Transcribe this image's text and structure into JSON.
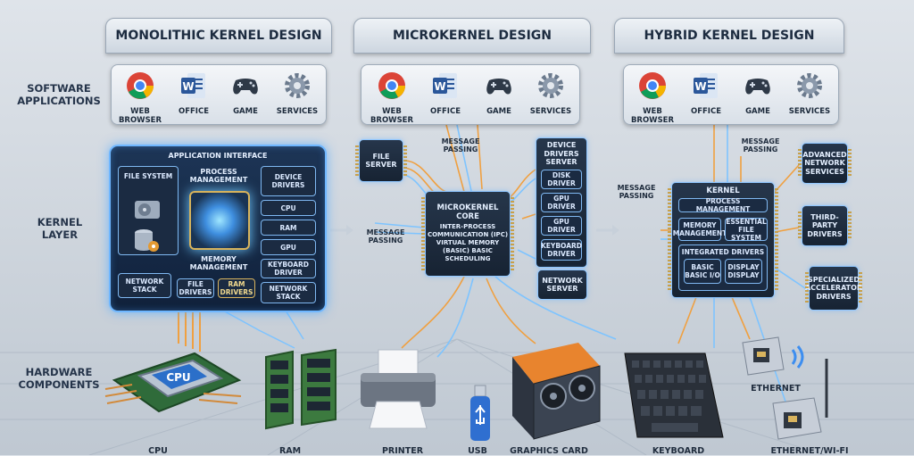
{
  "columns": {
    "monolithic": {
      "title": "MONOLITHIC KERNEL DESIGN"
    },
    "micro": {
      "title": "MICROKERNEL DESIGN"
    },
    "hybrid": {
      "title": "HYBRID KERNEL DESIGN"
    }
  },
  "rows": {
    "software": "SOFTWARE APPLICATIONS",
    "kernel": "KERNEL LAYER",
    "hardware": "HARDWARE COMPONENTS"
  },
  "apps": [
    "WEB BROWSER",
    "OFFICE",
    "GAME",
    "SERVICES"
  ],
  "monolithic": {
    "app_interface": "APPLICATION INTERFACE",
    "file_system": "FILE SYSTEM",
    "process_mgmt": "PROCESS MANAGEMENT",
    "device_drivers": "DEVICE DRIVERS",
    "cpu": "CPU",
    "ram": "RAM",
    "gpu": "GPU",
    "keyboard_driver": "KEYBOARD DRIVER",
    "memory_mgmt": "MEMORY MANAGEMENT",
    "network_stack_left": "NETWORK STACK",
    "file_drivers": "FILE DRIVERS",
    "ram_drivers": "RAM DRIVERS",
    "network_stack_right": "NETWORK STACK"
  },
  "micro": {
    "file_server": "FILE SERVER",
    "message_passing_top": "MESSAGE PASSING",
    "message_passing_left": "MESSAGE PASSING",
    "core": "MICROKERNEL CORE",
    "core_detail": "INTER-PROCESS COMMUNICATION (IPC) VIRTUAL MEMORY (BASIC) BASIC SCHEDULING",
    "device_drivers_server": "DEVICE DRIVERS SERVER",
    "disk_driver": "DISK DRIVER",
    "gpu_driver_1": "GPU DRIVER",
    "gpu_driver_2": "GPU DRIVER",
    "keyboard_driver": "KEYBOARD DRIVER",
    "network_server": "NETWORK SERVER"
  },
  "hybrid": {
    "message_passing_top": "MESSAGE PASSING",
    "message_passing_left": "MESSAGE PASSING",
    "kernel": "KERNEL",
    "process_mgmt": "PROCESS MANAGEMENT",
    "memory_mgmt": "MEMORY MANAGEMENT",
    "essential_fs": "ESSENTIAL FILE SYSTEM",
    "integrated_drivers": "INTEGRATED DRIVERS",
    "basic_io": "BASIC BASIC I/O",
    "display": "DISPLAY DISPLAY",
    "advanced_network": "ADVANCED NETWORK SERVICES",
    "third_party": "THIRD-PARTY DRIVERS",
    "specialized": "SPECIALIZED ACCELERATOR DRIVERS"
  },
  "hardware": {
    "cpu_chip": "CPU",
    "ethernet": "ETHERNET",
    "cpu": "CPU",
    "ram": "RAM",
    "printer": "PRINTER",
    "usb": "USB",
    "graphics_card": "GRAPHICS CARD",
    "keyboard": "KEYBOARD",
    "ethernet_wifi": "ETHERNET/WI-FI"
  },
  "colors": {
    "panel_glow": "#6fb7ff",
    "wire_orange": "#f0a040",
    "wire_blue": "#7ec4ff",
    "chrome_red": "#db4437",
    "chrome_green": "#0f9d58",
    "chrome_yellow": "#f4b400",
    "chrome_blue": "#4285f4",
    "word_blue": "#2b579a"
  }
}
